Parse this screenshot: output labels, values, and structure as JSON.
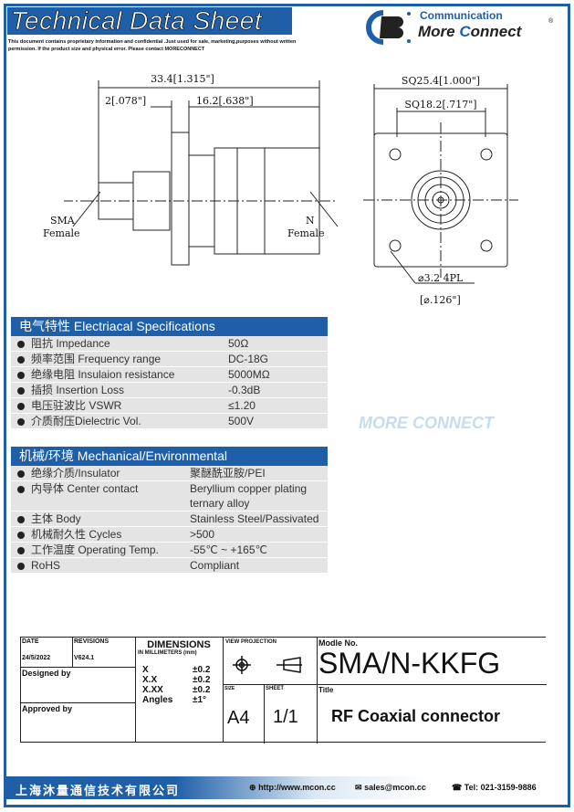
{
  "header": {
    "title": "Technical Data Sheet",
    "notice": "This document contains proprietary information and confidential .Just used for sale, marketing,purposes without written permission. If the product size and physical error. Please contact MORECONNECT"
  },
  "logo": {
    "line1": "Communication",
    "word1": "More ",
    "word2": "C",
    "word3": "onnect",
    "reg": "®"
  },
  "drawing": {
    "overall": "33.4[1.315\"]",
    "left": "2[.078\"]",
    "right": "16.2[.638\"]",
    "sma": "SMA",
    "sma_g": "Female",
    "n": "N",
    "n_g": "Female",
    "sq1": "SQ25.4[1.000\"]",
    "sq2": "SQ18.2[.717\"]",
    "hole": "⌀3.2 4PL",
    "hole_in": "[⌀.126\"]"
  },
  "electrical": {
    "title": "电气特性   Electriacal Specifications",
    "rows": [
      {
        "label": "阻抗 Impedance",
        "value": "50Ω"
      },
      {
        "label": "频率范围 Frequency range",
        "value": "DC-18G"
      },
      {
        "label": "绝缘电阻 Insulaion resistance",
        "value": "5000MΩ"
      },
      {
        "label": "插损 Insertion Loss",
        "value": "-0.3dB"
      },
      {
        "label": "电压驻波比 VSWR",
        "value": "≤1.20"
      },
      {
        "label": "介质耐压Dielectric  Vol.",
        "value": "500V"
      }
    ]
  },
  "watermark": "MORE CONNECT",
  "mechanical": {
    "title": "机械/环境 Mechanical/Environmental",
    "rows": [
      {
        "label": "绝缘介质/Insulator",
        "value": "聚醚酰亚胺/PEI"
      },
      {
        "label": "内导体 Center contact",
        "value": "Beryllium copper plating",
        "value2": "ternary alloy"
      },
      {
        "label": "主体 Body",
        "value": "Stainless Steel/Passivated"
      },
      {
        "label": "机械耐久性 Cycles",
        "value": ">500"
      },
      {
        "label": "工作温度  Operating Temp.",
        "value": "-55℃ ~ +165℃"
      },
      {
        "label": "RoHS",
        "value": "Compliant"
      }
    ]
  },
  "titleblock": {
    "date_l": "DATE",
    "date": "24/5/2022",
    "rev_l": "REVISIONS",
    "rev": "V624.1",
    "designed": "Designed by",
    "approved": "Approved by",
    "dim": "DIMENSIONS",
    "dim_sub": "IN MILLIMETERS (mm)",
    "tol": [
      {
        "k": "X",
        "v": "±0.2"
      },
      {
        "k": "X.X",
        "v": "±0.2"
      },
      {
        "k": "X.XX",
        "v": "±0.2"
      },
      {
        "k": "Angles",
        "v": "±1°"
      }
    ],
    "view": "VIEW PROJECTION",
    "size_l": "SIZE",
    "size": "A4",
    "sheet_l": "SHEET",
    "sheet": "1/1",
    "model_l": "Modle No.",
    "model": "SMA/N-KKFG",
    "title_l": "Title",
    "title": "RF Coaxial  connector"
  },
  "footer": {
    "company": "上海沐量通信技术有限公司",
    "web": "http://www.mcon.cc",
    "email": "sales@mcon.cc",
    "tel": "Tel: 021-3159-9886"
  }
}
